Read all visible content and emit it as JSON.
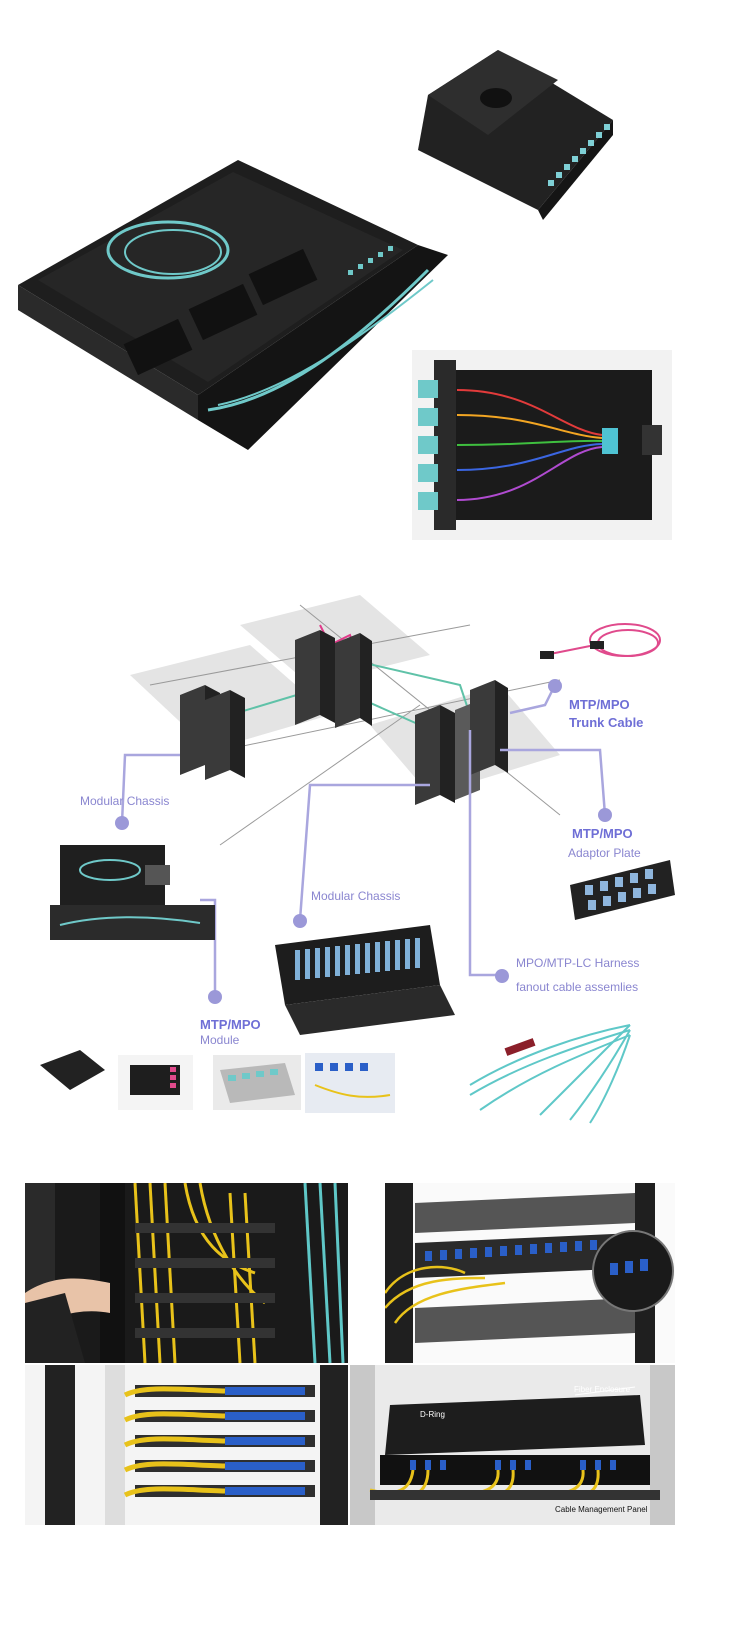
{
  "diagram": {
    "labels": {
      "trunk_title": "MTP/MPO",
      "trunk_sub": "Trunk Cable",
      "modular_chassis_left": "Modular Chassis",
      "adaptor_title": "MTP/MPO",
      "adaptor_sub": "Adaptor Plate",
      "modular_chassis_center": "Modular Chassis",
      "harness_line1": "MPO/MTP-LC Harness",
      "harness_line2": "fanout cable assemlies",
      "module_title": "MTP/MPO",
      "module_sub": "Module"
    }
  },
  "photos": {
    "rack_callouts": {
      "fiber_enclosure": "Fiber Enclosure",
      "d_ring": "D-Ring",
      "cable_mgmt": "Cable Management Panel"
    }
  },
  "colors": {
    "aqua_fiber": "#6fc9c9",
    "label_purple": "#7a7ad0",
    "line_purple": "#a9a6de",
    "enclosure_black": "#1f1f1f",
    "yellow_fiber": "#e8c21a",
    "blue_connector": "#2a5fc8"
  }
}
